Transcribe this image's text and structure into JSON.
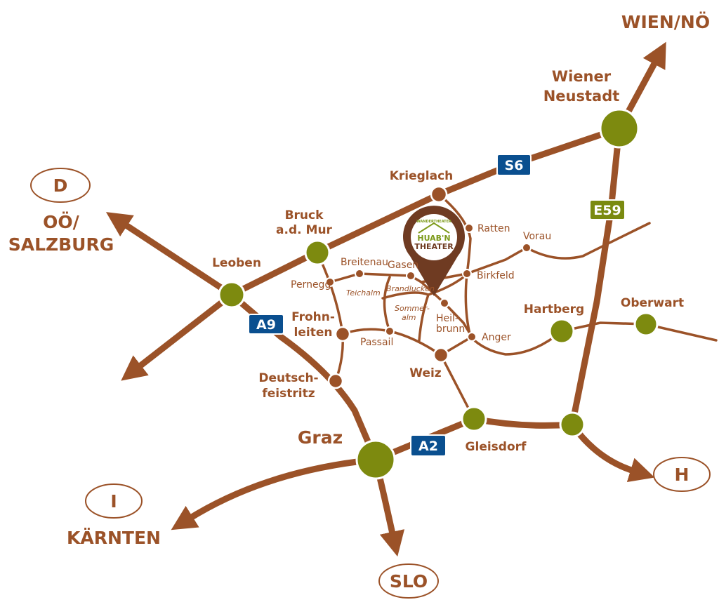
{
  "colors": {
    "road": "#9b5228",
    "road_dark": "#7a3f1e",
    "node_green": "#7d8a0f",
    "motorway_blue": "#0a4f8f",
    "euroroute_green": "#7a8a10",
    "pin": "#6f3b22",
    "logo_green": "#7d9a1a"
  },
  "destinations": {
    "wien_noe": "WIEN/NÖ",
    "d": "D",
    "oe_salzburg_1": "OÖ/",
    "oe_salzburg_2": "SALZBURG",
    "i": "I",
    "kaernten": "KÄRNTEN",
    "slo": "SLO",
    "h": "H"
  },
  "cities": {
    "wiener_neustadt_1": "Wiener",
    "wiener_neustadt_2": "Neustadt",
    "krieglach": "Krieglach",
    "bruck_1": "Bruck",
    "bruck_2": "a.d. Mur",
    "leoben": "Leoben",
    "frohnleiten_1": "Frohn-",
    "frohnleiten_2": "leiten",
    "deutschfeistritz_1": "Deutsch-",
    "deutschfeistritz_2": "feistritz",
    "graz": "Graz",
    "weiz": "Weiz",
    "gleisdorf": "Gleisdorf",
    "hartberg": "Hartberg",
    "oberwart": "Oberwart"
  },
  "towns": {
    "ratten": "Ratten",
    "vorau": "Vorau",
    "birkfeld": "Birkfeld",
    "breitenau": "Breitenau",
    "gasen": "Gasen",
    "pernegg": "Pernegg",
    "passail": "Passail",
    "heilbrunn_1": "Heil-",
    "heilbrunn_2": "brunn",
    "anger": "Anger"
  },
  "areas": {
    "teichalm": "Teichalm",
    "brandluecken": "Brandlucken",
    "sommeralm_1": "Sommer-",
    "sommeralm_2": "alm"
  },
  "shields": {
    "s6": "S6",
    "e59": "E59",
    "a9": "A9",
    "a2": "A2"
  },
  "logo": {
    "line1": "HUAB'N",
    "line2": "THEATER",
    "top_text": "WANDERTHEATER"
  }
}
